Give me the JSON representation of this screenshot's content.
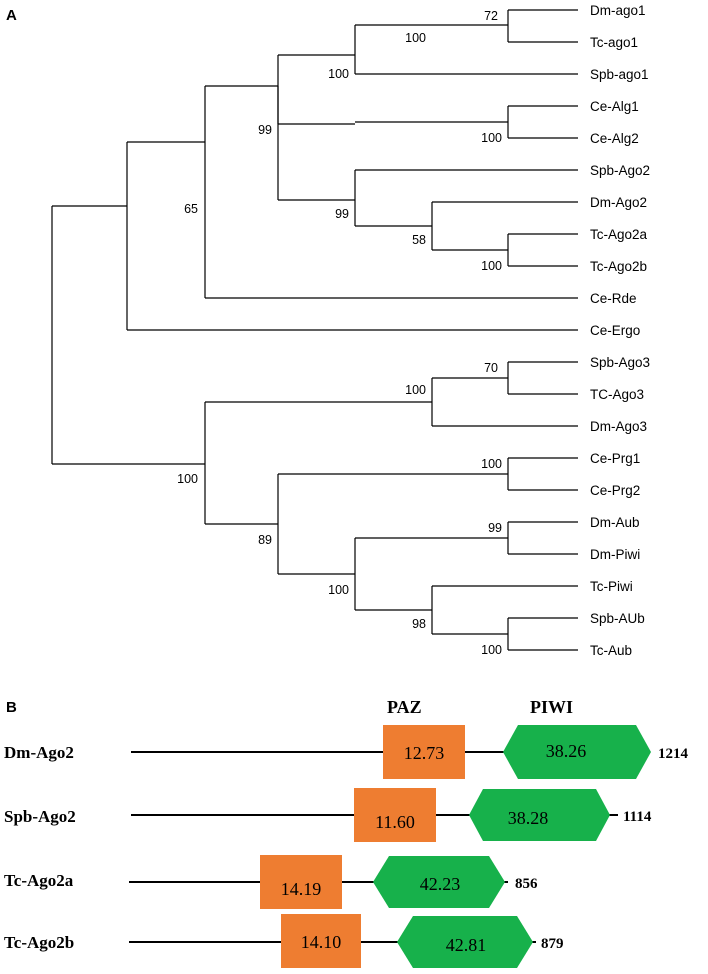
{
  "panel_a": {
    "label": "A",
    "taxa": [
      "Dm-ago1",
      "Tc-ago1",
      "Spb-ago1",
      "Ce-Alg1",
      "Ce-Alg2",
      "Spb-Ago2",
      "Dm-Ago2",
      "Tc-Ago2a",
      "Tc-Ago2b",
      "Ce-Rde",
      "Ce-Ergo",
      "Spb-Ago3",
      "TC-Ago3",
      "Dm-Ago3",
      "Ce-Prg1",
      "Ce-Prg2",
      "Dm-Aub",
      "Dm-Piwi",
      "Tc-Piwi",
      "Spb-AUb",
      "Tc-Aub"
    ],
    "bootstrap": [
      "72",
      "100",
      "100",
      "100",
      "99",
      "99",
      "58",
      "100",
      "65",
      "70",
      "100",
      "100",
      "100",
      "99",
      "89",
      "100",
      "98",
      "100"
    ]
  },
  "panel_b": {
    "label": "B",
    "header_paz": "PAZ",
    "header_piwi": "PIWI",
    "proteins": [
      {
        "name": "Dm-Ago2",
        "paz": "12.73",
        "piwi": "38.26",
        "length": "1214"
      },
      {
        "name": "Spb-Ago2",
        "paz": "11.60",
        "piwi": "38.28",
        "length": "1114"
      },
      {
        "name": "Tc-Ago2a",
        "paz": "14.19",
        "piwi": "42.23",
        "length": "856"
      },
      {
        "name": "Tc-Ago2b",
        "paz": "14.10",
        "piwi": "42.81",
        "length": "879"
      }
    ],
    "colors": {
      "paz": "#ee7d31",
      "piwi": "#17b14b"
    }
  }
}
